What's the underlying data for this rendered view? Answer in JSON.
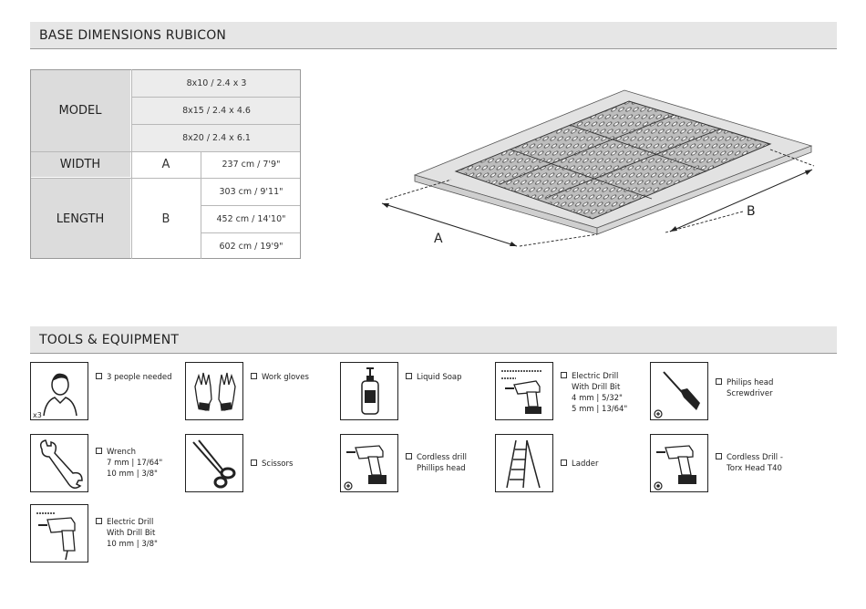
{
  "sections": {
    "base_title": "BASE DIMENSIONS RUBICON",
    "tools_title": "TOOLS & EQUIPMENT"
  },
  "table": {
    "model_header": "MODEL",
    "width_header": "WIDTH",
    "length_header": "LENGTH",
    "width_letter": "A",
    "length_letter": "B",
    "models": [
      "8x10  / 2.4 x 3",
      "8x15  / 2.4 x 4.6",
      "8x20  / 2.4 x 6.1"
    ],
    "width_value": "237 cm / 7'9\"",
    "length_values": [
      "303 cm / 9'11\"",
      "452 cm / 14'10\"",
      "602 cm / 19'9\""
    ]
  },
  "diagram": {
    "label_a": "A",
    "label_b": "B"
  },
  "tools": [
    {
      "icon": "person-icon",
      "label": "3 people needed",
      "badge": "x3"
    },
    {
      "icon": "work-gloves-icon",
      "label": "Work gloves"
    },
    {
      "icon": "liquid-soap-icon",
      "label": "Liquid Soap"
    },
    {
      "icon": "electric-drill-icon",
      "label": "Electric Drill\nWith Drill Bit\n4 mm | 5/32\"\n5 mm | 13/64\""
    },
    {
      "icon": "screwdriver-icon",
      "label": "Philips head\nScrewdriver"
    },
    {
      "icon": "wrench-icon",
      "label": "Wrench\n7 mm | 17/64\"\n10 mm | 3/8\""
    },
    {
      "icon": "scissors-icon",
      "label": "Scissors"
    },
    {
      "icon": "cordless-drill-icon",
      "label": "Cordless drill\nPhillips head"
    },
    {
      "icon": "ladder-icon",
      "label": "Ladder"
    },
    {
      "icon": "cordless-drill-torx-icon",
      "label": "Cordless Drill -\nTorx Head T40"
    },
    {
      "icon": "electric-drill-icon",
      "label": "Electric Drill\nWith Drill Bit\n10 mm | 3/8\""
    }
  ]
}
